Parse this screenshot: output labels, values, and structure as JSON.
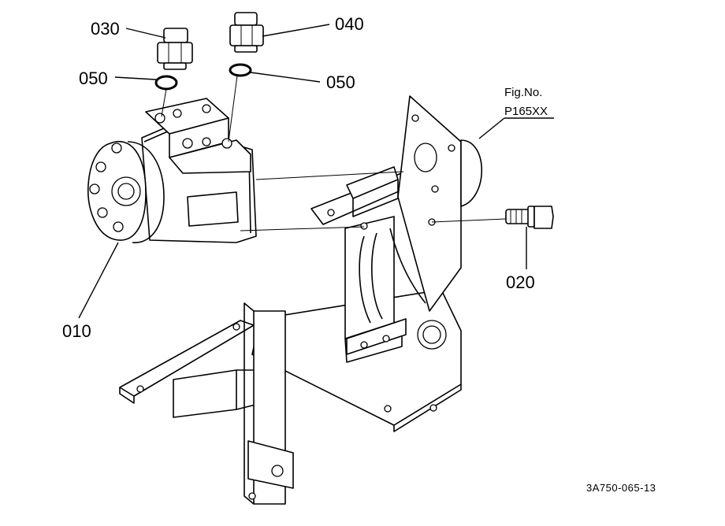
{
  "callouts": {
    "p010": "010",
    "p020": "020",
    "p030": "030",
    "p040": "040",
    "p050_left": "050",
    "p050_right": "050"
  },
  "figure_reference": {
    "title": "Fig.No.",
    "number": "P165XX"
  },
  "drawing_code": "3A750-065-13"
}
